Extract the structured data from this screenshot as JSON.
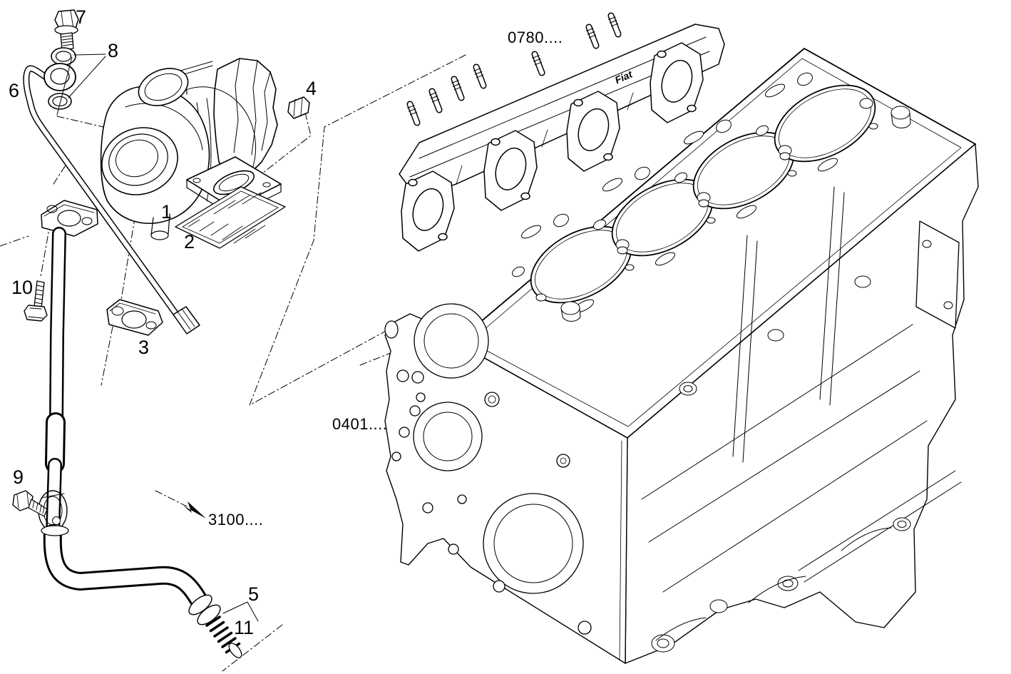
{
  "figure": {
    "kind": "exploded-parts-diagram",
    "background_color": "#ffffff",
    "line_color": "#000000"
  },
  "callouts": {
    "c1": "1",
    "c2": "2",
    "c3": "3",
    "c4": "4",
    "c5": "5",
    "c6": "6",
    "c7": "7",
    "c8": "8",
    "c9": "9",
    "c10": "10",
    "c11": "11"
  },
  "references": {
    "manifold": "0780....",
    "engine_block": "0401....",
    "oil_line": "3100...."
  },
  "manifold_logo": "Fiat"
}
